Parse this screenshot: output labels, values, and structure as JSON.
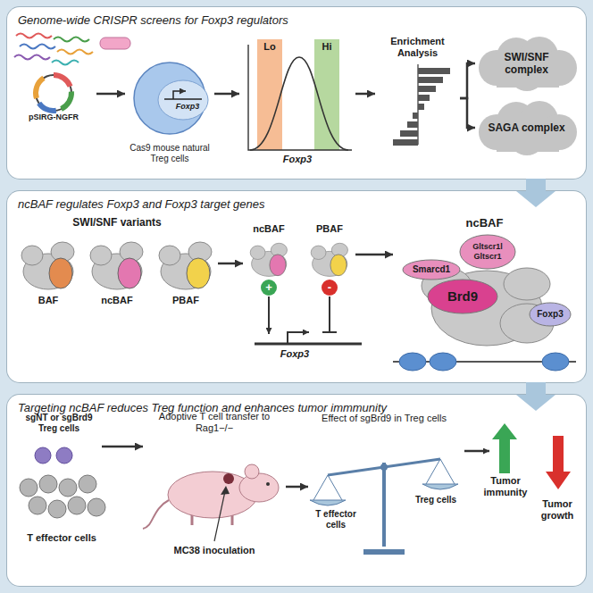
{
  "diagram": {
    "nodes": [
      {
        "text": [
          "Genome-wide CRISPR screens for Foxp3 regulators"
        ]
      },
      {
        "text": [
          "pSIRG-NGFR"
        ],
        "in": 0
      },
      {
        "text": [
          "Foxp3",
          "Cas9 mouse natural Treg cells"
        ],
        "in": 0
      },
      {
        "text": [
          "Lo",
          "Hi",
          "Foxp3"
        ],
        "in": 0
      },
      {
        "text": [
          "Enrichment Analysis"
        ],
        "in": 0
      },
      {
        "text": [
          "SWI/SNF complex"
        ],
        "in": 0
      },
      {
        "text": [
          "SAGA complex"
        ],
        "in": 0
      },
      {
        "text": [
          "ncBAF regulates Foxp3 and Foxp3 target genes"
        ]
      },
      {
        "text": [
          "BAF"
        ],
        "in": 7
      },
      {
        "text": [
          "ncBAF"
        ],
        "in": 7
      },
      {
        "text": [
          "PBAF"
        ],
        "in": 7
      },
      {
        "text": [
          "ncBAF"
        ],
        "in": 7
      },
      {
        "text": [
          "PBAF"
        ],
        "in": 7
      },
      {
        "text": [
          "ncBAF"
        ],
        "in": 7
      },
      {
        "text": [
          "Smarcd1"
        ],
        "in": 13
      },
      {
        "text": [
          "Gltscr1l Gltscr1"
        ],
        "in": 13
      },
      {
        "text": [
          "Brd9"
        ],
        "in": 13
      },
      {
        "text": [
          "Foxp3"
        ],
        "in": 13
      },
      {
        "text": [
          "Targeting ncBAF reduces Treg function and enhances tumor immmunity"
        ]
      },
      {
        "text": [
          "sgNT or sgBrd9 Treg cells"
        ],
        "in": 18
      },
      {
        "text": [
          "T effector cells"
        ],
        "in": 18
      },
      {
        "text": [
          "Adoptive T cell transfer to Rag1−/−",
          "MC38 inoculation"
        ],
        "in": 18
      },
      {
        "text": [
          "Effect of sgBrd9 in Treg cells",
          "T effector cells",
          "Treg cells"
        ],
        "in": 18
      }
    ],
    "edges": [
      {
        "from": 1,
        "to": 2,
        "arrow": "to"
      },
      {
        "from": 2,
        "to": 3,
        "arrow": "to"
      },
      {
        "from": 3,
        "to": 4,
        "arrow": "to"
      },
      {
        "from": 4,
        "to": 5,
        "arrow": "to"
      },
      {
        "from": 4,
        "to": 6,
        "arrow": "to"
      },
      {
        "from": 0,
        "to": 7,
        "arrow": "to"
      },
      {
        "from": 10,
        "to": 11,
        "arrow": "to"
      },
      {
        "from": 12,
        "to": 13,
        "arrow": "to"
      },
      {
        "from": 7,
        "to": 18,
        "arrow": "to"
      },
      {
        "from": 19,
        "to": 21,
        "arrow": "to"
      },
      {
        "from": 21,
        "to": 22,
        "arrow": "to"
      }
    ],
    "labels": [
      "SWI/SNF variants",
      "+",
      "-",
      "Foxp3",
      "Tumor immunity",
      "Tumor growth"
    ]
  }
}
